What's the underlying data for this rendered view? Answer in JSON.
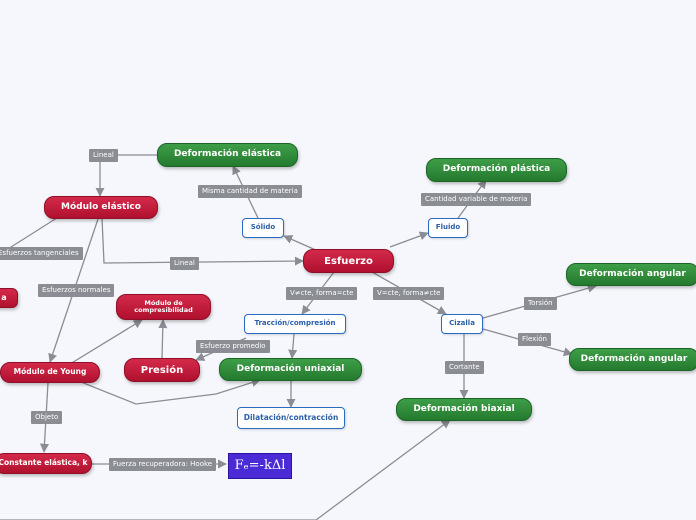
{
  "nodes": {
    "esfuerzo": "Esfuerzo",
    "solido": "Sólido",
    "fluido": "Fluido",
    "def_elastica": "Deformación elástica",
    "def_plastica": "Deformación plástica",
    "modulo_elastico": "Módulo elástico",
    "traccion": "Tracción/compresión",
    "cizalla": "Cizalla",
    "def_angular_1": "Deformación angular",
    "def_angular_2": "Deformación angular",
    "modulo_compresibilidad": "Módulo de compresibilidad",
    "presion": "Presión",
    "def_uniaxial": "Deformación uniaxial",
    "modulo_young": "Módulo de Young",
    "dilatacion": "Dilatación/contracción",
    "def_biaxial": "Deformación biaxial",
    "constante_elastica": "Constante elástica, k",
    "hooke_formula": "Fₑ=-kΔl",
    "left_cut_node": "a"
  },
  "labels": {
    "lineal_top": "Lineal",
    "misma_cantidad": "Misma cantidad de materia",
    "cantidad_variable": "Cantidad variable de materia",
    "esfuerzos_tangenciales": "Esfuerzos tangenciales",
    "lineal_mid": "Lineal",
    "esfuerzos_normales": "Esfuerzos normales",
    "v_cte_1": "V≠cte, forma=cte",
    "v_cte_2": "V=cte, forma≠cte",
    "torsion": "Torsión",
    "flexion": "Flexión",
    "esfuerzo_promedio": "Esfuerzo promedio",
    "cortante": "Cortante",
    "objeto": "Objeto",
    "fuerza_recuperadora": "Fuerza recuperadora: Hooke"
  },
  "colors": {
    "red_node": "#c41e3a",
    "green_node": "#2e8b3a",
    "white_node_border": "#2a6cc0",
    "formula_node": "#4a2bd6",
    "connector": "#8a8d94",
    "background": "#f5f7fc"
  }
}
